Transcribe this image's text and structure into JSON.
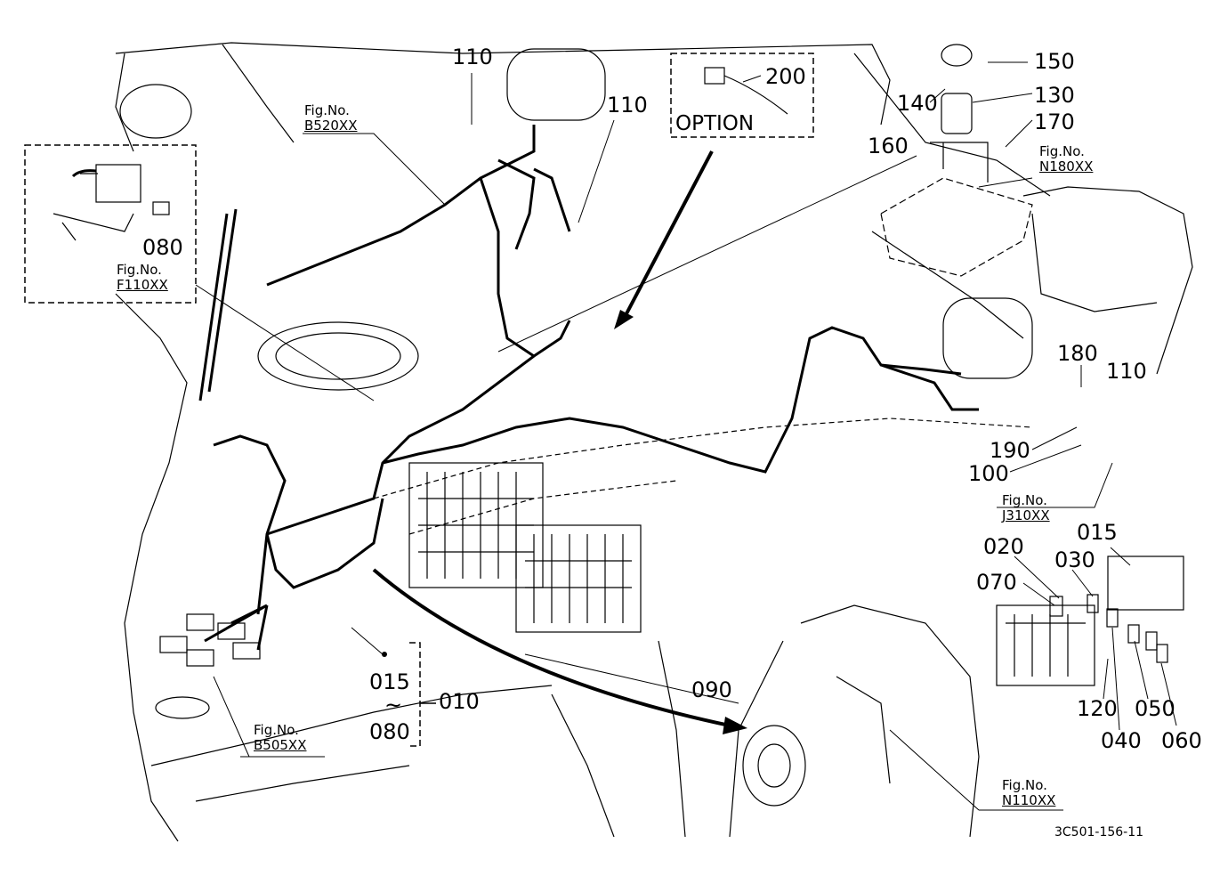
{
  "part_numbers": {
    "p110_top": "110",
    "p110_mid": "110",
    "p110_right": "110",
    "p200": "200",
    "p150": "150",
    "p140": "140",
    "p130": "130",
    "p170": "170",
    "p160": "160",
    "p180": "180",
    "p190": "190",
    "p100": "100",
    "p080_inset": "080",
    "p020": "020",
    "p030": "030",
    "p015_right": "015",
    "p070": "070",
    "p015_range": "015",
    "p080_range": "080",
    "p010": "010",
    "p090": "090",
    "p120": "120",
    "p040": "040",
    "p050": "050",
    "p060": "060"
  },
  "range_separator": "~",
  "option_label": "OPTION",
  "figure_refs": {
    "b520": {
      "prefix": "Fig.No.",
      "number": "B520XX"
    },
    "f110": {
      "prefix": "Fig.No.",
      "number": "F110XX"
    },
    "n180": {
      "prefix": "Fig.No.",
      "number": "N180XX"
    },
    "j310": {
      "prefix": "Fig.No.",
      "number": "J310XX"
    },
    "b505": {
      "prefix": "Fig.No.",
      "number": "B505XX"
    },
    "n110": {
      "prefix": "Fig.No.",
      "number": "N110XX"
    }
  },
  "drawing_reference": "3C501-156-11",
  "colors": {
    "ink": "#000000",
    "paper": "#ffffff"
  }
}
